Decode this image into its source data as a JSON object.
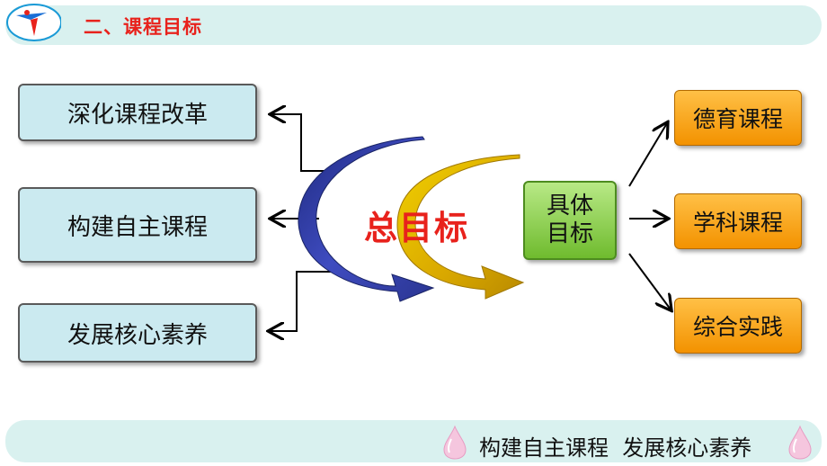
{
  "header": {
    "title": "二、课程目标",
    "logo_icon": "school-logo-icon"
  },
  "left_items": [
    {
      "label": "深化课程改革"
    },
    {
      "label": "构建自主课程"
    },
    {
      "label": "发展核心素养"
    }
  ],
  "center": {
    "label": "总目标"
  },
  "middle": {
    "line1": "具体",
    "line2": "目标"
  },
  "right_items": [
    {
      "label": "德育课程"
    },
    {
      "label": "学科课程"
    },
    {
      "label": "综合实践"
    }
  ],
  "footer": {
    "text": "构建自主课程  发展核心素养",
    "decor_icon": "drop-icon"
  },
  "colors": {
    "title_red": "#e8221c",
    "left_box": "#cbeaf0",
    "right_box": "#f39200",
    "middle_box": "#7cc63a",
    "band": "#d9f1ef",
    "arrow_blue": "#2e3a9e",
    "arrow_gold": "#e5b800"
  }
}
